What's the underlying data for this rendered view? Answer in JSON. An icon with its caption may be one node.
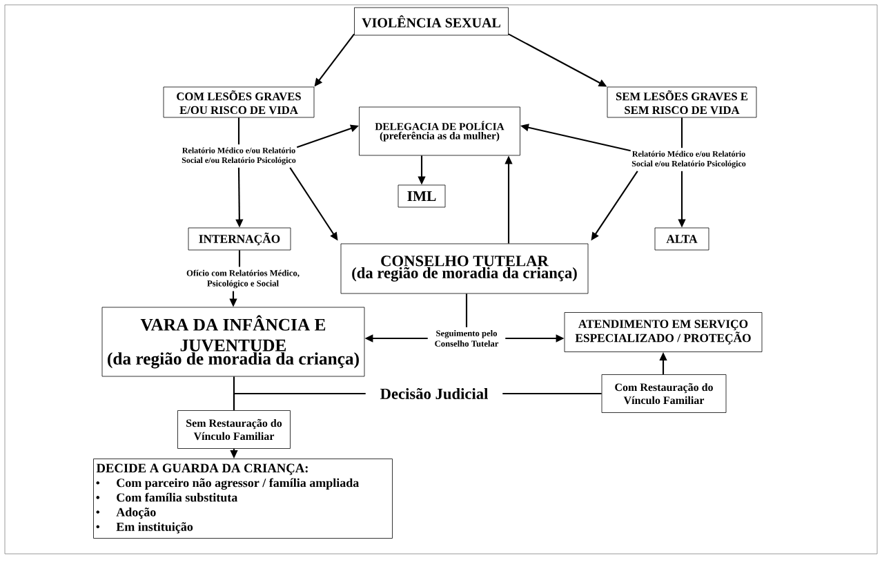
{
  "diagram": {
    "nodes": [
      {
        "text": [
          "VIOLÊNCIA SEXUAL"
        ]
      },
      {
        "text": [
          "COM LESÕES GRAVES E/OU RISCO DE VIDA"
        ]
      },
      {
        "text": [
          "SEM LESÕES GRAVES E SEM RISCO DE VIDA"
        ]
      },
      {
        "text": [
          "DELEGACIA DE POLÍCIA",
          "(preferência as da mulher)"
        ]
      },
      {
        "text": [
          "Relatório Médico e/ou Relatório Social e/ou Relatório Psicológico"
        ]
      },
      {
        "text": [
          "Relatório Médico e/ou Relatório Social e/ou Relatório Psicológico"
        ]
      },
      {
        "text": [
          "IML"
        ]
      },
      {
        "text": [
          "INTERNAÇÃO"
        ]
      },
      {
        "text": [
          "ALTA"
        ]
      },
      {
        "text": [
          "CONSELHO TUTELAR",
          "(da região de moradia da criança)"
        ]
      },
      {
        "text": [
          "Ofício com Relatórios Médico, Psicológico e Social"
        ]
      },
      {
        "text": [
          "VARA DA INFÂNCIA E JUVENTUDE",
          "(da região de moradia da criança)"
        ]
      },
      {
        "text": [
          "Seguimento pelo Conselho Tutelar"
        ]
      },
      {
        "text": [
          "ATENDIMENTO EM SERVIÇO ESPECIALIZADO / PROTEÇÃO"
        ]
      },
      {
        "text": [
          "Decisão Judicial"
        ]
      },
      {
        "text": [
          "Com Restauração do Vínculo Familiar"
        ]
      },
      {
        "text": [
          "Sem Restauração do Vínculo Familiar"
        ]
      },
      {
        "text": [
          "DECIDE A GUARDA DA CRIANÇA:",
          "Com parceiro não agressor / família ampliada",
          "Com família substituta",
          "Adoção",
          "Em instituição"
        ]
      }
    ],
    "edges": [
      {
        "from": 0,
        "to": 1,
        "arrow": "to"
      },
      {
        "from": 0,
        "to": 2,
        "arrow": "to"
      },
      {
        "from": 1,
        "to": 4,
        "arrow": "none"
      },
      {
        "from": 4,
        "to": 3,
        "arrow": "to"
      },
      {
        "from": 4,
        "to": 7,
        "arrow": "to"
      },
      {
        "from": 4,
        "to": 9,
        "arrow": "to"
      },
      {
        "from": 2,
        "to": 5,
        "arrow": "none"
      },
      {
        "from": 5,
        "to": 3,
        "arrow": "to"
      },
      {
        "from": 5,
        "to": 8,
        "arrow": "to"
      },
      {
        "from": 5,
        "to": 9,
        "arrow": "to"
      },
      {
        "from": 3,
        "to": 6,
        "arrow": "to"
      },
      {
        "from": 9,
        "to": 3,
        "arrow": "to"
      },
      {
        "from": 7,
        "to": 10,
        "arrow": "none"
      },
      {
        "from": 10,
        "to": 11,
        "arrow": "to"
      },
      {
        "from": 9,
        "to": 12,
        "arrow": "none"
      },
      {
        "from": 12,
        "to": 11,
        "arrow": "to"
      },
      {
        "from": 12,
        "to": 13,
        "arrow": "to"
      },
      {
        "from": 15,
        "to": 13,
        "arrow": "to"
      },
      {
        "from": 11,
        "to": 16,
        "arrow": "none"
      },
      {
        "from": 14,
        "to": 16,
        "arrow": "none"
      },
      {
        "from": 14,
        "to": 15,
        "arrow": "none"
      },
      {
        "from": 16,
        "to": 17,
        "arrow": "to"
      }
    ]
  }
}
